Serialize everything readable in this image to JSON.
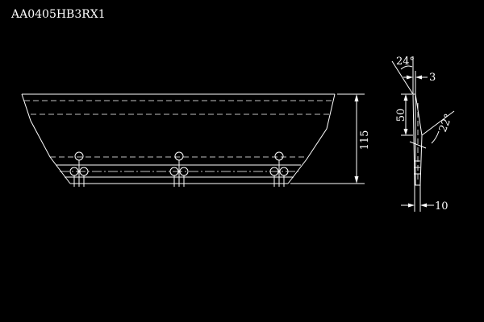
{
  "drawing": {
    "title": "AA0405HB3RX1",
    "colors": {
      "background": "#000000",
      "stroke": "#ffffff"
    }
  },
  "dimensions": {
    "height": "115",
    "width_top": "3",
    "angle_top": "24°",
    "depth": "50",
    "angle_side": "22°",
    "thickness": "10"
  }
}
